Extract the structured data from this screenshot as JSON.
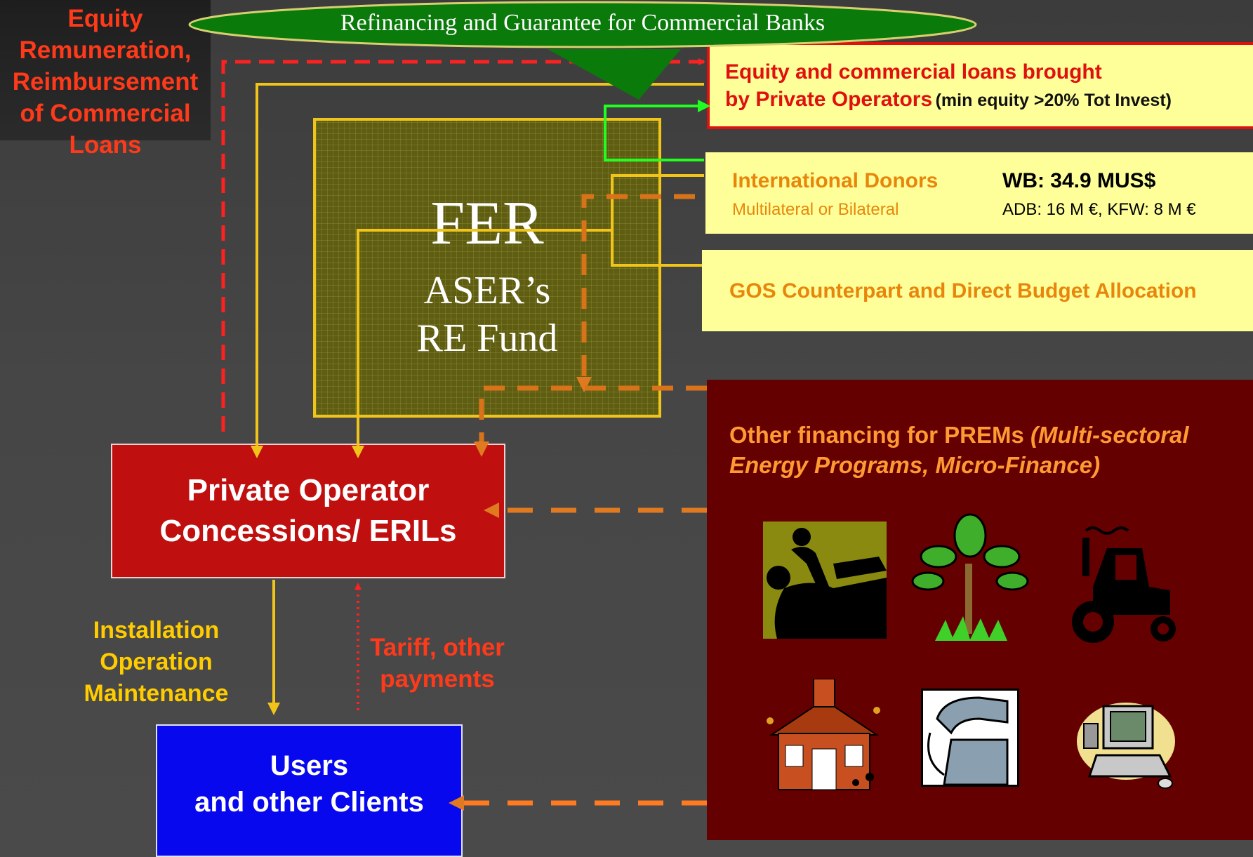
{
  "bubble": {
    "text": "Refinancing and Guarantee for Commercial Banks"
  },
  "top_left_label": {
    "lines": [
      "Equity",
      "Remuneration,",
      "Reimbursement",
      "of Commercial",
      "Loans"
    ]
  },
  "fund": {
    "title": "FER",
    "line1": "ASER’s",
    "line2": "RE Fund"
  },
  "equity_box": {
    "line1": "Equity and commercial loans brought",
    "line2_main": "by Private Operators",
    "line2_note": "(min equity >20% Tot Invest)"
  },
  "donors_box": {
    "title": "International Donors",
    "subtitle": "Multilateral or Bilateral",
    "wb": "WB: 34.9 MUS$",
    "others": "ADB: 16 M €, KFW: 8 M €"
  },
  "gos_box": {
    "text": "GOS Counterpart and Direct Budget Allocation"
  },
  "prem_box": {
    "title": "Other financing for PREMs",
    "title_italic": "(Multi-sectoral",
    "line2": "Energy Programs, Micro-Finance)",
    "icons": [
      "ironing-icon",
      "tree-icon",
      "tractor-icon",
      "school-icon",
      "telephone-icon",
      "computer-icon"
    ]
  },
  "operator_box": {
    "line1": "Private Operator",
    "line2": "Concessions/ ERILs"
  },
  "users_box": {
    "line1": "Users",
    "line2": "and other Clients"
  },
  "installation_label": {
    "lines": [
      "Installation",
      "Operation",
      "Maintenance"
    ]
  },
  "tariff_label": {
    "lines": [
      "Tariff, other",
      "payments"
    ]
  },
  "colors": {
    "background": "#444444",
    "bubble_green": "#0a7a0a",
    "fund_olive": "#5f5d12",
    "fund_border": "#f0c419",
    "equity_yellow": "#ffff99",
    "red": "#e01010",
    "operator_red": "#c00f0f",
    "users_blue": "#0808ee",
    "prem_maroon": "#650000",
    "orange_text": "#ff9a00",
    "yellow_text": "#ffcc00",
    "dashed_orange": "#d9731a"
  }
}
